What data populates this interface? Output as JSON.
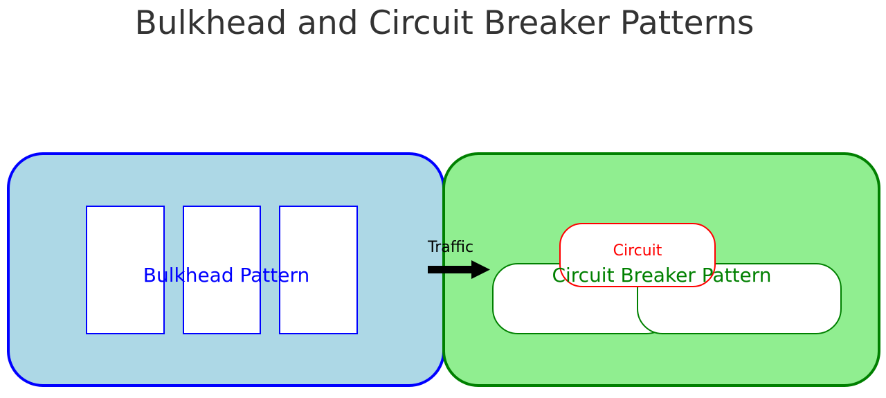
{
  "title": "Bulkhead and Circuit Breaker Patterns",
  "bulkhead": {
    "label": "Bulkhead Pattern",
    "fill": "#add8e6",
    "stroke": "#0000ff",
    "compartments": 3
  },
  "circuit_breaker": {
    "label": "Circuit Breaker Pattern",
    "fill": "#90ee90",
    "stroke": "#008000",
    "circuit_label": "Circuit",
    "circuit_color": "#ff0000"
  },
  "arrow": {
    "label": "Traffic"
  }
}
